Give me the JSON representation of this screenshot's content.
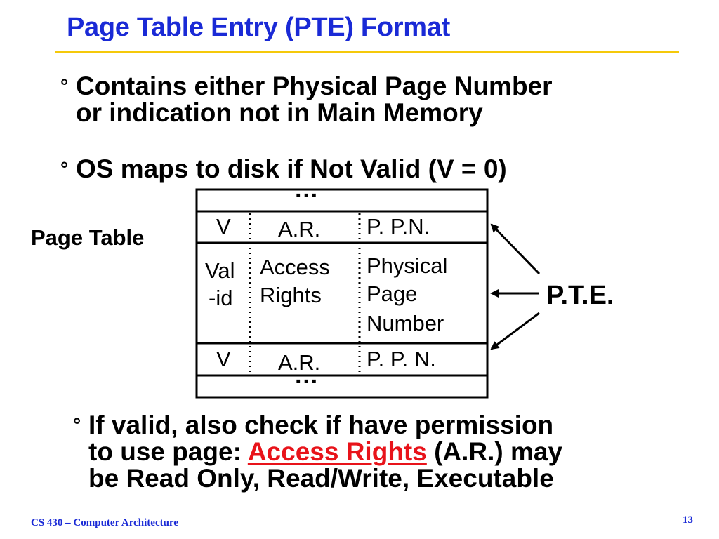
{
  "slide": {
    "title": "Page Table Entry (PTE) Format",
    "bullet_mark": "°",
    "bullets": [
      {
        "lines": [
          "Contains either Physical Page Number",
          "or indication not in Main Memory"
        ]
      },
      {
        "lines": [
          "OS maps to disk if Not Valid  (V = 0)"
        ]
      }
    ],
    "bullet3": {
      "line1": "If valid, also check if have permission",
      "line2_before": "to use page: ",
      "line2_highlight": "Access Rights",
      "line2_after": " (A.R.) may",
      "line3": "be Read Only, Read/Write, Executable"
    },
    "colors": {
      "title": "#1a2ad6",
      "rule": "#f5c90a",
      "highlight": "#e8131a"
    }
  },
  "diagram": {
    "left_label": "Page Table",
    "right_label": "P.T.E.",
    "ellipsis": "···",
    "row1": {
      "v": "V",
      "ar": "A.R.",
      "ppn": "P. P.N."
    },
    "row2": {
      "v_line1": "Val",
      "v_line2": "-id",
      "ar_line1": "Access",
      "ar_line2": "Rights",
      "ppn_line1": "Physical",
      "ppn_line2": "Page",
      "ppn_line3": "Number"
    },
    "row3": {
      "v": "V",
      "ar": "A.R.",
      "ppn": "P. P. N."
    }
  },
  "footer": {
    "course": "CS 430 – Computer Architecture",
    "page_number": "13"
  }
}
